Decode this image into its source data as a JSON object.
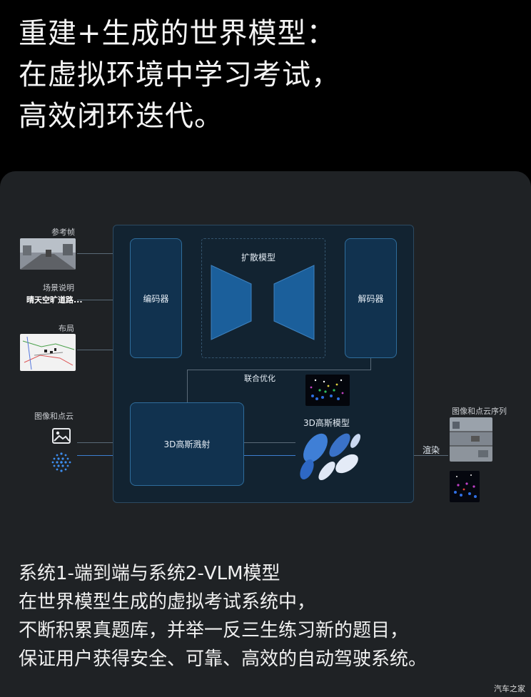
{
  "headline": {
    "line1": "重建+生成的世界模型：",
    "line2": "在虚拟环境中学习考试，",
    "line3": "高效闭环迭代。"
  },
  "diagram": {
    "inputs": {
      "ref_frame": "参考帧",
      "scene_desc": "场景说明",
      "scene_desc_value": "晴天空旷道路...",
      "layout": "布局",
      "image_pointcloud": "图像和点云"
    },
    "blocks": {
      "encoder": "编码器",
      "diffusion": "扩散模型",
      "decoder": "解码器",
      "joint_opt": "联合优化",
      "splatting": "3D高斯溅射",
      "gaussian_model": "3D高斯模型"
    },
    "outputs": {
      "render": "渲染",
      "sequence": "图像和点云序列"
    },
    "colors": {
      "block_fill": "#11324f",
      "block_border": "#2f6d9c",
      "ellipse_fill": "#3f7fd6"
    }
  },
  "footer": {
    "line1": "系统1-端到端与系统2-VLM模型",
    "line2": "在世界模型生成的虚拟考试系统中，",
    "line3": "不断积累真题库，并举一反三生练习新的题目，",
    "line4": "保证用户获得安全、可靠、高效的自动驾驶系统。"
  },
  "watermark": "汽车之家"
}
